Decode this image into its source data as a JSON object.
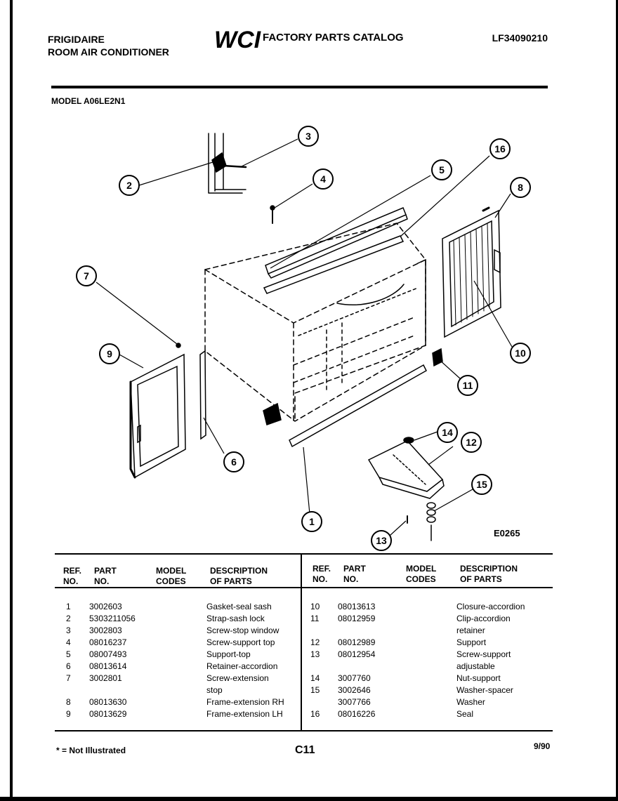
{
  "header": {
    "brand": "FRIGIDAIRE",
    "product": "ROOM AIR CONDITIONER",
    "logo_text": "WCI",
    "catalog_title": "FACTORY PARTS CATALOG",
    "catalog_number": "LF34090210",
    "model": "MODEL A06LE2N1"
  },
  "diagram": {
    "figure_code": "E0265",
    "callouts": [
      "1",
      "2",
      "3",
      "4",
      "5",
      "6",
      "7",
      "8",
      "9",
      "10",
      "11",
      "12",
      "13",
      "14",
      "15",
      "16"
    ]
  },
  "table": {
    "headers": {
      "ref": "REF.\nNO.",
      "part": "PART\nNO.",
      "model_codes": "MODEL\nCODES",
      "description": "DESCRIPTION\nOF PARTS"
    },
    "left": [
      {
        "ref": "1",
        "part": "3002603",
        "model": "",
        "desc": "Gasket-seal sash"
      },
      {
        "ref": "2",
        "part": "5303211056",
        "model": "",
        "desc": "Strap-sash lock"
      },
      {
        "ref": "3",
        "part": "3002803",
        "model": "",
        "desc": "Screw-stop window"
      },
      {
        "ref": "4",
        "part": "08016237",
        "model": "",
        "desc": "Screw-support top"
      },
      {
        "ref": "5",
        "part": "08007493",
        "model": "",
        "desc": "Support-top"
      },
      {
        "ref": "6",
        "part": "08013614",
        "model": "",
        "desc": "Retainer-accordion"
      },
      {
        "ref": "7",
        "part": "3002801",
        "model": "",
        "desc": "Screw-extension"
      },
      {
        "ref": "",
        "part": "",
        "model": "",
        "desc": "stop"
      },
      {
        "ref": "8",
        "part": "08013630",
        "model": "",
        "desc": "Frame-extension RH"
      },
      {
        "ref": "9",
        "part": "08013629",
        "model": "",
        "desc": "Frame-extension LH"
      }
    ],
    "right": [
      {
        "ref": "10",
        "part": "08013613",
        "model": "",
        "desc": "Closure-accordion"
      },
      {
        "ref": "11",
        "part": "08012959",
        "model": "",
        "desc": "Clip-accordion"
      },
      {
        "ref": "",
        "part": "",
        "model": "",
        "desc": "retainer"
      },
      {
        "ref": "12",
        "part": "08012989",
        "model": "",
        "desc": "Support"
      },
      {
        "ref": "13",
        "part": "08012954",
        "model": "",
        "desc": "Screw-support"
      },
      {
        "ref": "",
        "part": "",
        "model": "",
        "desc": "adjustable"
      },
      {
        "ref": "14",
        "part": "3007760",
        "model": "",
        "desc": "Nut-support"
      },
      {
        "ref": "15",
        "part": "3002646",
        "model": "",
        "desc": "Washer-spacer"
      },
      {
        "ref": "",
        "part": "3007766",
        "model": "",
        "desc": "Washer"
      },
      {
        "ref": "16",
        "part": "08016226",
        "model": "",
        "desc": "Seal"
      }
    ]
  },
  "footer": {
    "note": "* = Not Illustrated",
    "page": "C11",
    "date": "9/90"
  }
}
